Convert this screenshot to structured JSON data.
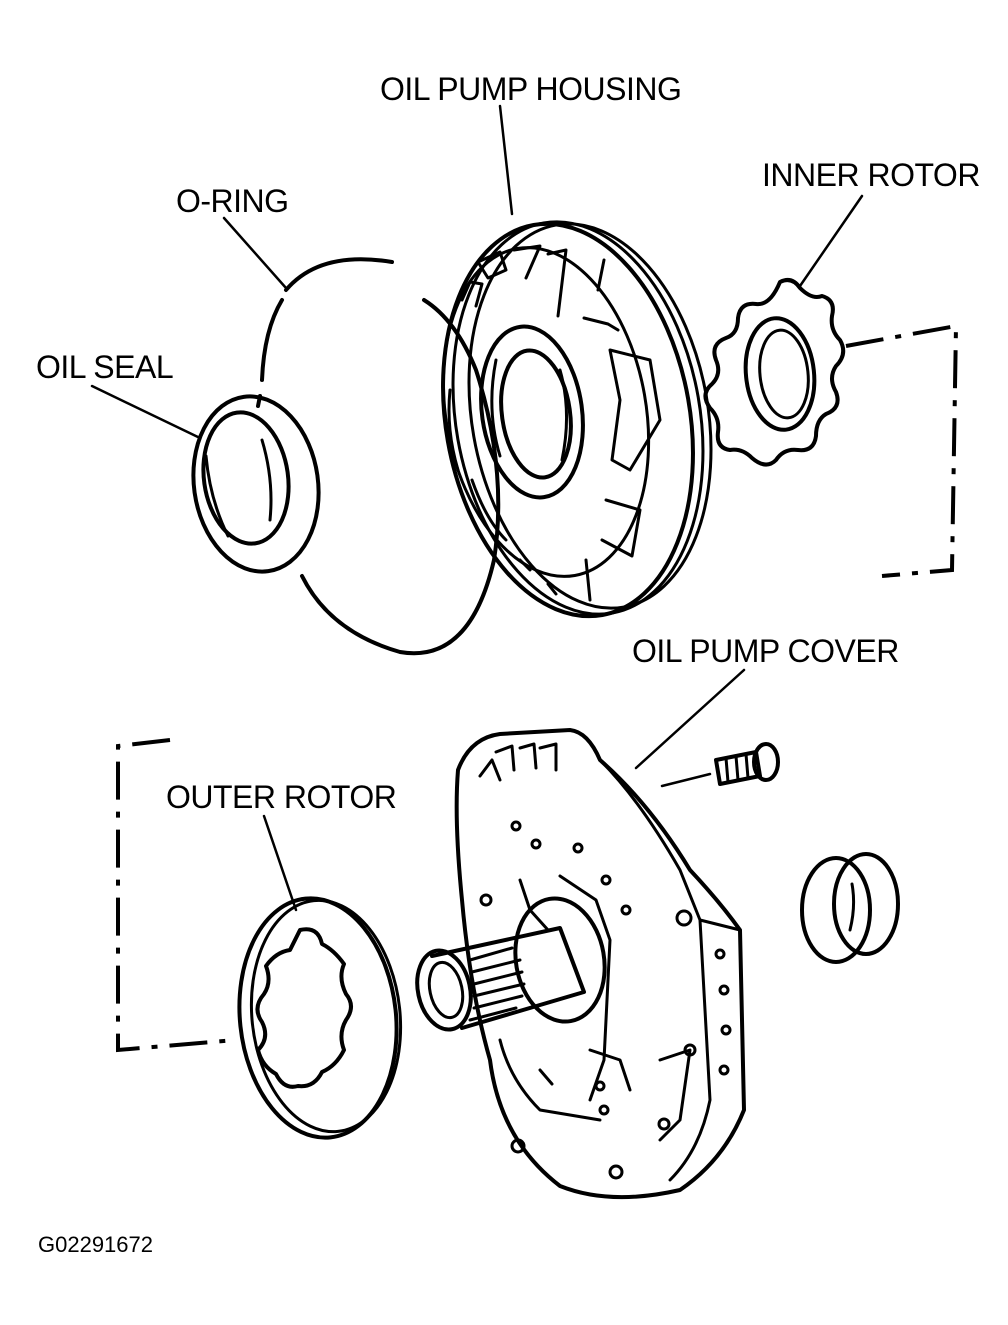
{
  "labels": {
    "oil_pump_housing": "OIL PUMP HOUSING",
    "inner_rotor": "INNER ROTOR",
    "o_ring": "O-RING",
    "oil_seal": "OIL SEAL",
    "oil_pump_cover": "OIL PUMP COVER",
    "outer_rotor": "OUTER ROTOR"
  },
  "figure_id": "G02291672",
  "colors": {
    "ink": "#000000",
    "background": "#ffffff"
  }
}
